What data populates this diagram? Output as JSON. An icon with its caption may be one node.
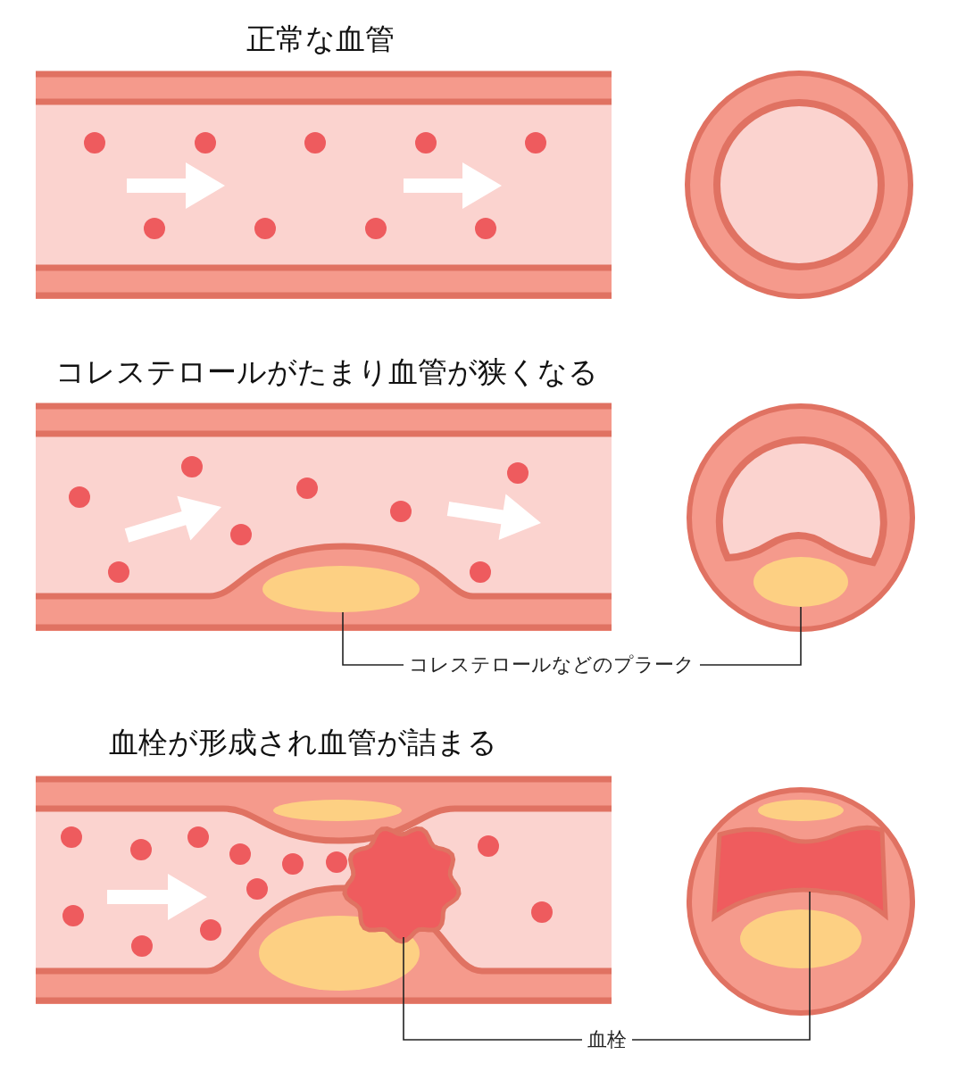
{
  "diagram": {
    "nodes": [
      {
        "text": [
          "コレステロールなどのプラーク"
        ]
      },
      {
        "text": [],
        "shape": "ellipse"
      },
      {
        "text": [],
        "shape": "ellipse"
      },
      {
        "text": [
          "血栓"
        ]
      },
      {
        "text": [],
        "shape": "blob"
      },
      {
        "text": [],
        "shape": "blob"
      }
    ],
    "edges": [
      {
        "from": 0,
        "to": 1,
        "arrow": "none"
      },
      {
        "from": 0,
        "to": 2,
        "arrow": "none"
      },
      {
        "from": 3,
        "to": 4,
        "arrow": "none"
      },
      {
        "from": 3,
        "to": 5,
        "arrow": "none"
      }
    ],
    "labels": [
      "正常な血管",
      "コレステロールがたまり血管が狭くなる",
      "血栓が形成され血管が詰まる"
    ]
  }
}
